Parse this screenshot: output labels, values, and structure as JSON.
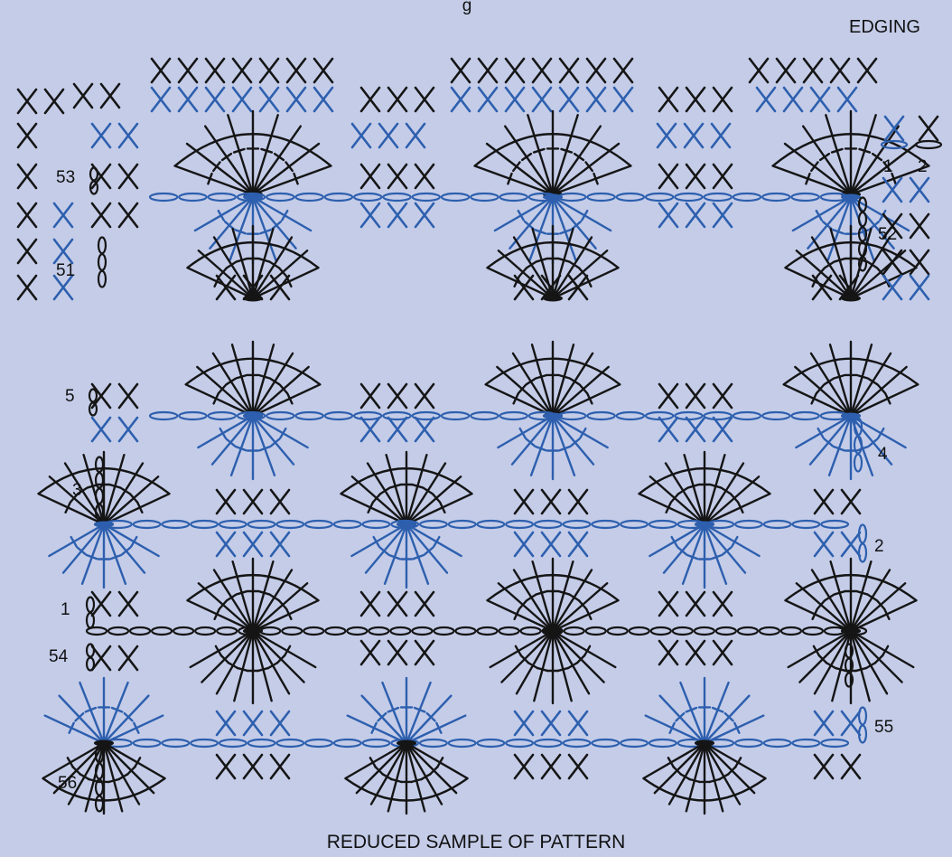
{
  "title_fragment": "g",
  "edging_label": "EDGING",
  "caption": "REDUCED SAMPLE OF PATTERN",
  "colors": {
    "blue": "#2d5fae",
    "black": "#151515",
    "background": "#c4cce8"
  },
  "labels": {
    "r1": "1",
    "r2": "2",
    "r3": "3",
    "r4": "4",
    "r5": "5",
    "r51": "51",
    "r52": "52",
    "r53": "53",
    "r54": "54",
    "r55": "55",
    "r56": "56",
    "e1": "1",
    "e2": "2"
  },
  "symbols": {
    "x_mark": "single-crochet",
    "oval": "chain",
    "fan": "treble-crochet-shell"
  }
}
